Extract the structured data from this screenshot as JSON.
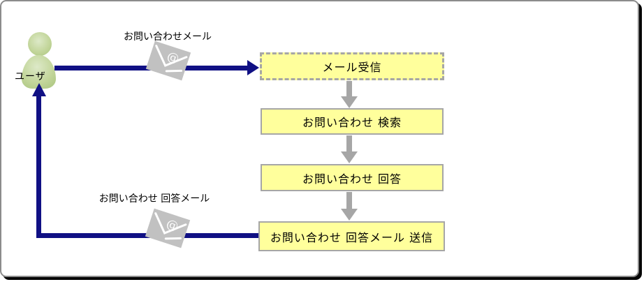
{
  "actor": {
    "label": "ユーザ"
  },
  "mail_flow_top": {
    "label": "お問い合わせメール",
    "icon": "email-at-icon"
  },
  "mail_flow_bottom": {
    "label": "お問い合わせ 回答メール",
    "icon": "email-at-icon"
  },
  "process_boxes": [
    {
      "label": "メール受信",
      "border_style": "dashed"
    },
    {
      "label": "お問い合わせ 検索",
      "border_style": "solid"
    },
    {
      "label": "お問い合わせ 回答",
      "border_style": "solid"
    },
    {
      "label": "お問い合わせ 回答メール 送信",
      "border_style": "solid"
    }
  ],
  "colors": {
    "box_fill": "#ffff9c",
    "box_border": "#a6a6a6",
    "flow_arrow_gray": "#a6a6a6",
    "mail_arrow_navy": "#101084",
    "actor_green": "#c3d69b",
    "envelope_gray": "#c1c1c1",
    "frame_border": "#8c8c8c",
    "frame_shadow": "#000000"
  }
}
